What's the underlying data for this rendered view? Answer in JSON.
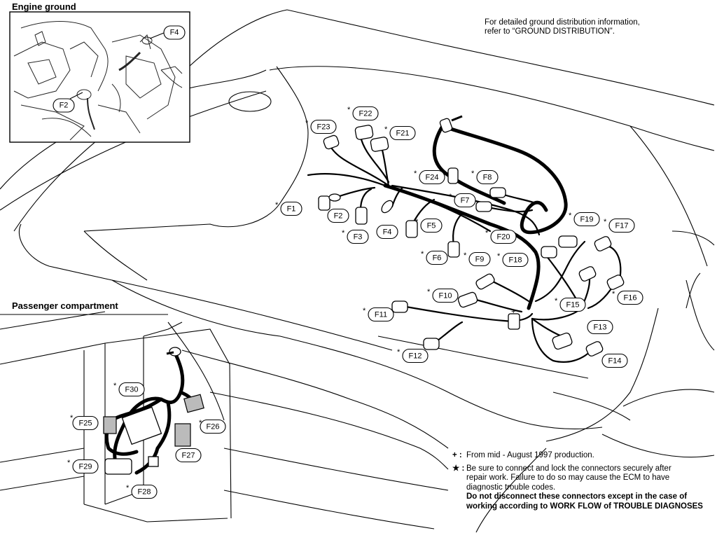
{
  "inset_titles": {
    "engine_ground": "Engine ground",
    "passenger_compartment": "Passenger compartment"
  },
  "top_note": {
    "line1": "For detailed ground distribution information,",
    "line2": "refer to “GROUND DISTRIBUTION”."
  },
  "legend": {
    "plus_symbol": "+ :",
    "plus_text": "From  mid - August 1997 production.",
    "star_symbol": "★ :",
    "star_line1": "Be sure to connect and lock the connectors securely after",
    "star_line2": "repair work. Failure to do so may cause the ECM to have",
    "star_line3": "diagnostic trouble codes.",
    "bold_line1": "Do not disconnect these connectors except in the case of",
    "bold_line2": "working according to WORK FLOW of TROUBLE DIAGNOSES"
  },
  "connector_labels": {
    "F1": "F1",
    "F2": "F2",
    "F3": "F3",
    "F4": "F4",
    "F5": "F5",
    "F6": "F6",
    "F7": "F7",
    "F8": "F8",
    "F9": "F9",
    "F10": "F10",
    "F11": "F11",
    "F12": "F12",
    "F13": "F13",
    "F14": "F14",
    "F15": "F15",
    "F16": "F16",
    "F17": "F17",
    "F18": "F18",
    "F19": "F19",
    "F20": "F20",
    "F21": "F21",
    "F22": "F22",
    "F23": "F23",
    "F24": "F24",
    "F25": "F25",
    "F26": "F26",
    "F27": "F27",
    "F28": "F28",
    "F29": "F29",
    "F30": "F30"
  },
  "inset_labels": {
    "F2": "F2",
    "F4": "F4"
  },
  "marks": {
    "star": "*",
    "plus": "+"
  }
}
